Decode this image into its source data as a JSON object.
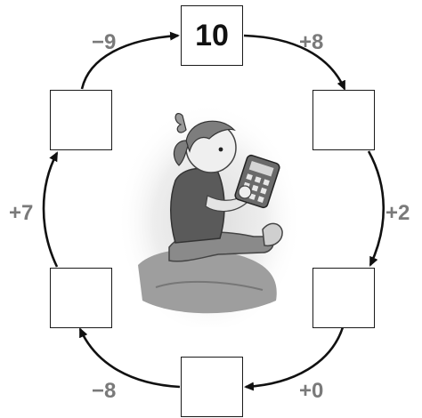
{
  "puzzle": {
    "start_value": "10",
    "boxes": [
      "10",
      "",
      "",
      "",
      "",
      ""
    ],
    "operations": {
      "top_left": "−9",
      "top_right": "+8",
      "right": "+2",
      "bottom_right": "+0",
      "bottom_left": "−8",
      "left": "+7"
    }
  },
  "colors": {
    "operation_text": "#7a7a7a",
    "arrow": "#111111",
    "box_border": "#1a1a1a"
  },
  "illustration": {
    "subject": "girl-with-calculator",
    "style": "grayscale cartoon in soft vignette"
  }
}
